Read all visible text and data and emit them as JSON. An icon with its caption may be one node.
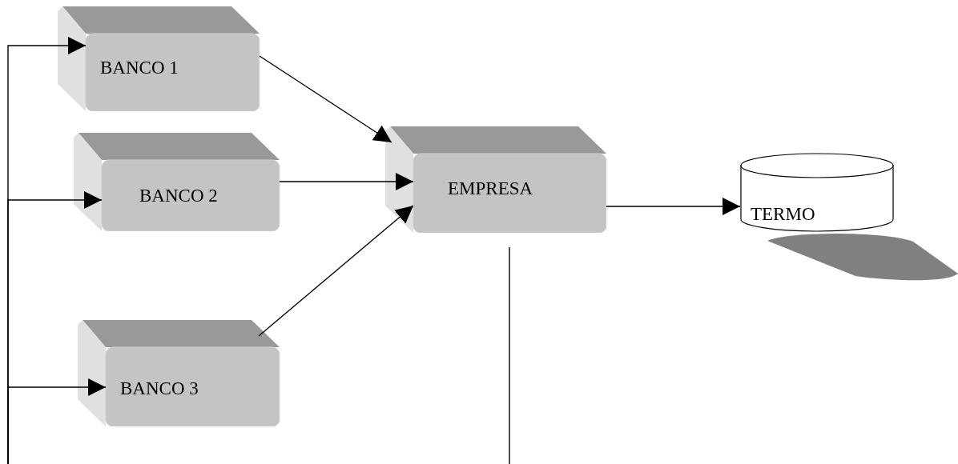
{
  "diagram": {
    "nodes": [
      {
        "text": [
          "BANCO 1"
        ]
      },
      {
        "text": [
          "BANCO 2"
        ]
      },
      {
        "text": [
          "BANCO 3"
        ]
      },
      {
        "text": [
          "EMPRESA"
        ]
      },
      {
        "text": [
          "TERMO"
        ]
      }
    ],
    "edges": [
      {
        "from": 0,
        "to": 3,
        "arrow": "to"
      },
      {
        "from": 1,
        "to": 3,
        "arrow": "to"
      },
      {
        "from": 2,
        "to": 3,
        "arrow": "to"
      },
      {
        "from": 3,
        "to": 4,
        "arrow": "to"
      },
      {
        "from": 3,
        "to": null,
        "arrow": "none"
      },
      {
        "from": null,
        "to": 0,
        "arrow": "to"
      },
      {
        "from": null,
        "to": 1,
        "arrow": "to"
      },
      {
        "from": null,
        "to": 2,
        "arrow": "to"
      }
    ]
  }
}
